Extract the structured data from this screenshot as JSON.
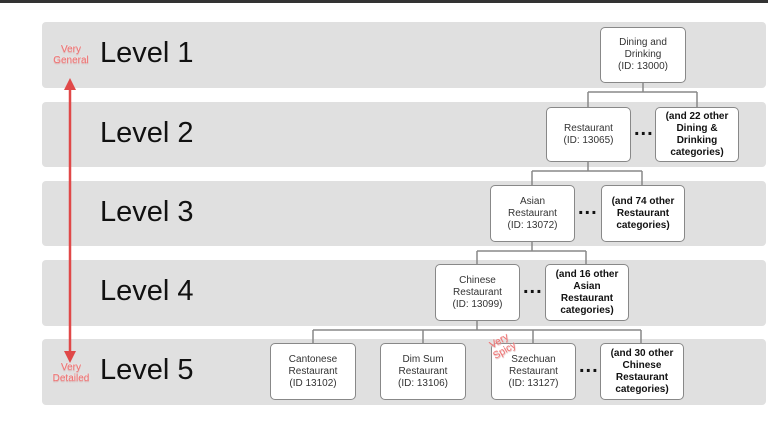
{
  "levels": [
    "Level 1",
    "Level 2",
    "Level 3",
    "Level 4",
    "Level 5"
  ],
  "annotations": {
    "general": "Very\nGeneral",
    "detailed": "Very\nDetailed",
    "spicy": "Very\nSpicy"
  },
  "nodes": {
    "dining": "Dining and\nDrinking\n(ID: 13000)",
    "restaurant": "Restaurant\n(ID: 13065)",
    "other_dining": "(and 22 other\nDining &\nDrinking\ncategories)",
    "asian": "Asian\nRestaurant\n(ID: 13072)",
    "other_restaurant": "(and 74 other\nRestaurant\ncategories)",
    "chinese": "Chinese\nRestaurant\n(ID: 13099)",
    "other_asian": "(and 16 other\nAsian\nRestaurant\ncategories)",
    "cantonese": "Cantonese\nRestaurant\n(ID 13102)",
    "dimsum": "Dim Sum\nRestaurant\n(ID: 13106)",
    "szechuan": "Szechuan\nRestaurant\n(ID: 13127)",
    "other_chinese": "(and 30 other\nChinese\nRestaurant\ncategories)"
  },
  "ellipsis": "...",
  "colors": {
    "arrow": "#e04848",
    "band": "#e0e0e0"
  }
}
